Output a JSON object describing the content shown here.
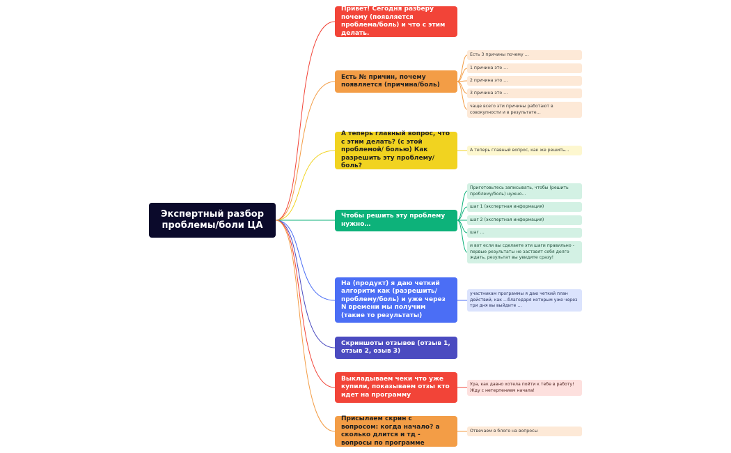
{
  "root": {
    "label": "Экспертный разбор проблемы/боли ЦА"
  },
  "branches": [
    {
      "label": "Привет! Сегодня разберу почему (появляется проблема/боль) и что с этим делать.",
      "color": "#f24438"
    },
    {
      "label": "Есть № причин, почему появляется (причина/боль)",
      "color": "#f39d46",
      "children": [
        "Есть 3 причины почему …",
        "1 причина это …",
        "2 причина это …",
        "3 причина это …",
        "чаще всего эти причины работают в совокупности и в результате…"
      ]
    },
    {
      "label": "А теперь главный вопрос, что с этим делать? (с этой проблемой/ болью) Как разрешить эту проблему/боль?",
      "color": "#f1d320",
      "children": [
        "А теперь главный вопрос, как же решить…"
      ]
    },
    {
      "label": "Чтобы решить эту проблему нужно…",
      "color": "#0db27a",
      "children": [
        "Приготовьтесь записывать, чтобы (решить проблему/боль) нужно…",
        "шаг 1 (экспертная информация)",
        "шаг 2 (экспертная информация)",
        "шаг …",
        "и вот если вы сделаете эти шаги правильно - первые результаты не заставят себя долго ждать, результат вы увидите сразу!"
      ]
    },
    {
      "label": "На (продукт) я даю четкий алгоритм как (разрешить/ проблему/боль) и уже через N времени мы получим (такие то результаты)",
      "color": "#4b6ef5",
      "children": [
        "участникам программы я даю четкий план действий, как …благодаря которым уже через три дня вы выйдите …"
      ]
    },
    {
      "label": "Скриншоты отзывов (отзыв 1, отзыв 2, озыв 3)",
      "color": "#4b4bc0"
    },
    {
      "label": "Выкладываем чеки что уже купили, показываем отзы кто идет на программу",
      "color": "#f24438",
      "children": [
        "Ура, как давно хотела пойти к тебе в работу! Жду с нетерпением начала!"
      ]
    },
    {
      "label": "Присылаем скрин с вопросом: когда начало? а сколько длится и тд - вопросы по программе",
      "color": "#f39d46",
      "children": [
        "Отвечаем в блоге на вопросы"
      ]
    }
  ]
}
